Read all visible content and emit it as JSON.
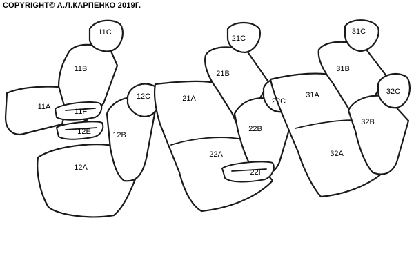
{
  "copyright": {
    "text": "COPYRIGHT©",
    "author": "А.Л.КАРПЕНКО 2019Г."
  },
  "row1": {
    "headrest_rear": "11C",
    "back_rear": "11B",
    "armrest_back": "11A",
    "armrest_top": "11F",
    "armrest_bottom": "12E",
    "headrest_front": "12C",
    "back_front": "12B",
    "cushion": "12A"
  },
  "row2": {
    "headrest_left": "21C",
    "back_left": "21B",
    "cushion_left": "21A",
    "headrest_right": "22C",
    "back_right": "22B",
    "cushion_right": "22A",
    "armrest": "22F"
  },
  "row3": {
    "headrest_left": "31C",
    "back_left": "31B",
    "cushion_left": "31A",
    "headrest_right": "32C",
    "back_right": "32B",
    "cushion_right": "32A"
  }
}
